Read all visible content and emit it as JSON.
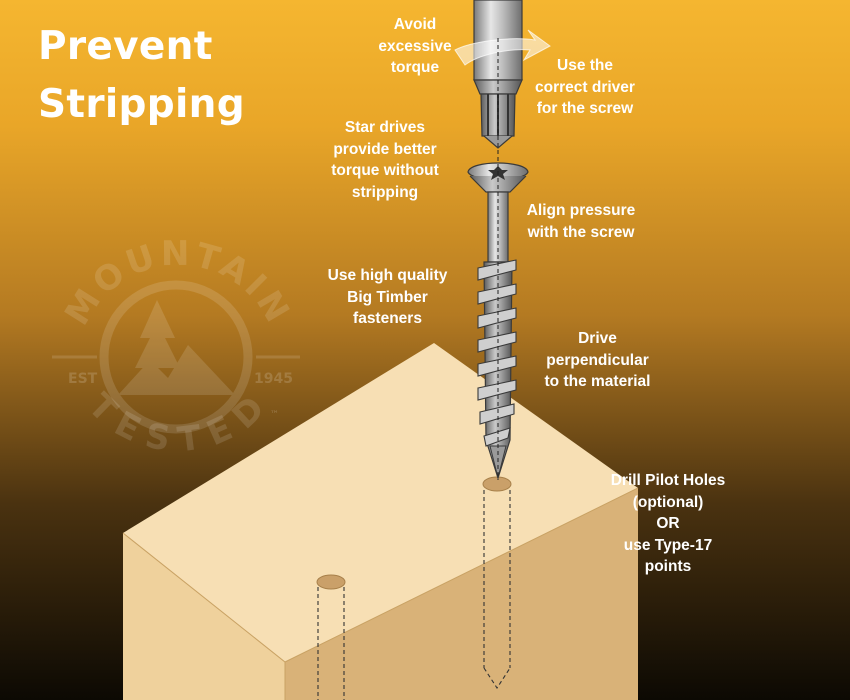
{
  "title": {
    "line1": "Prevent",
    "line2": "Stripping"
  },
  "callouts": {
    "avoid_torque": "Avoid\nexcessive\ntorque",
    "correct_driver": "Use the\ncorrect driver\nfor the screw",
    "star_drives": "Star drives\nprovide better\ntorque without\nstripping",
    "align_pressure": "Align pressure\nwith the screw",
    "high_quality": "Use high quality\nBig Timber\nfasteners",
    "perpendicular": "Drive\nperpendicular\nto the material",
    "pilot_holes": "Drill Pilot Holes\n(optional)\nOR\nuse Type-17\npoints"
  },
  "watermark": {
    "top": "MOUNTAIN",
    "bottom": "TESTED",
    "est": "EST",
    "year": "1945",
    "tm": "™"
  },
  "colors": {
    "background_top": "#f5b630",
    "background_bottom": "#0c0903",
    "wood_top": "#f7dfb4",
    "wood_front": "#e9c98f",
    "wood_side": "#d9b075",
    "screw_metal": "#b8b8b8",
    "text": "#ffffff"
  }
}
